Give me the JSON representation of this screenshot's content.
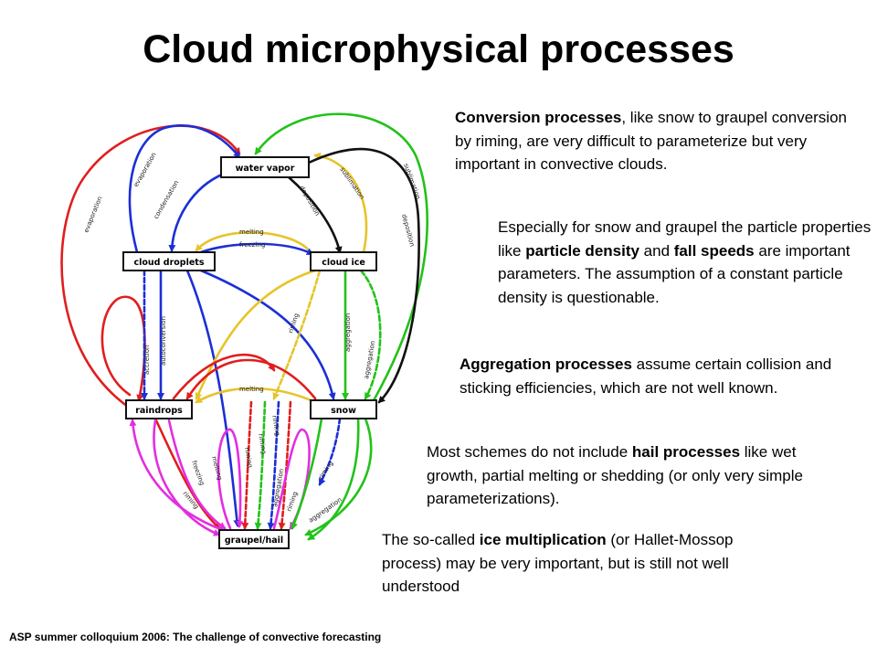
{
  "title": "Cloud microphysical processes",
  "diagram": {
    "nodes": {
      "water_vapor": "water vapor",
      "cloud_droplets": "cloud droplets",
      "cloud_ice": "cloud ice",
      "raindrops": "raindrops",
      "snow": "snow",
      "graupel_hail": "graupel/hail"
    },
    "labels": {
      "evaporation_outer": "evaporation",
      "evaporation_inner": "evaporation",
      "condensation": "condensation",
      "deposition": "deposition",
      "sublimation": "sublimation",
      "sublimation_outer": "sublimation",
      "deposition_outer": "deposition",
      "melting_top": "melting",
      "freezing_top": "freezing",
      "accretion": "accretion",
      "autoconversion": "autoconversion",
      "riming_ice": "riming",
      "aggregation_ice": "aggregation",
      "aggregation_snow": "aggregation",
      "melting_mid": "melting",
      "riming_1": "riming",
      "riming_2": "riming",
      "riming_3": "riming",
      "aggregation_mid": "aggregation",
      "freezing_low": "freezing",
      "melting_low": "melting",
      "riming_low": "riming",
      "riming_4": "riming",
      "riming_5": "riming",
      "aggregation_low": "aggregation"
    },
    "colors": {
      "red": "#e01e1e",
      "blue": "#1c2fd6",
      "green": "#22c21a",
      "black": "#111111",
      "yellow": "#e6c42a",
      "magenta": "#e32ee0"
    }
  },
  "paragraphs": {
    "p1": {
      "bold1": "Conversion processes",
      "text1": ", like snow to graupel conversion by riming, are very difficult to parameterize but very important in convective clouds."
    },
    "p2": {
      "text1": "Especially for snow and graupel the particle properties like ",
      "bold1": "particle density",
      "text2": " and ",
      "bold2": "fall speeds",
      "text3": " are important parameters. The assumption of a constant particle density is questionable."
    },
    "p3": {
      "bold1": "Aggregation processes",
      "text1": " assume certain collision and sticking efficiencies, which are not well known."
    },
    "p4": {
      "text1": "Most schemes do not include ",
      "bold1": "hail processes",
      "text2": " like wet growth, partial melting or shedding (or only very simple parameterizations)."
    },
    "p5": {
      "text1": "The so-called ",
      "bold1": "ice multiplication",
      "text2": " (or Hallet-Mossop process) may be very important, but is still not well understood"
    }
  },
  "footer": "ASP summer colloquium 2006: The challenge of convective forecasting"
}
